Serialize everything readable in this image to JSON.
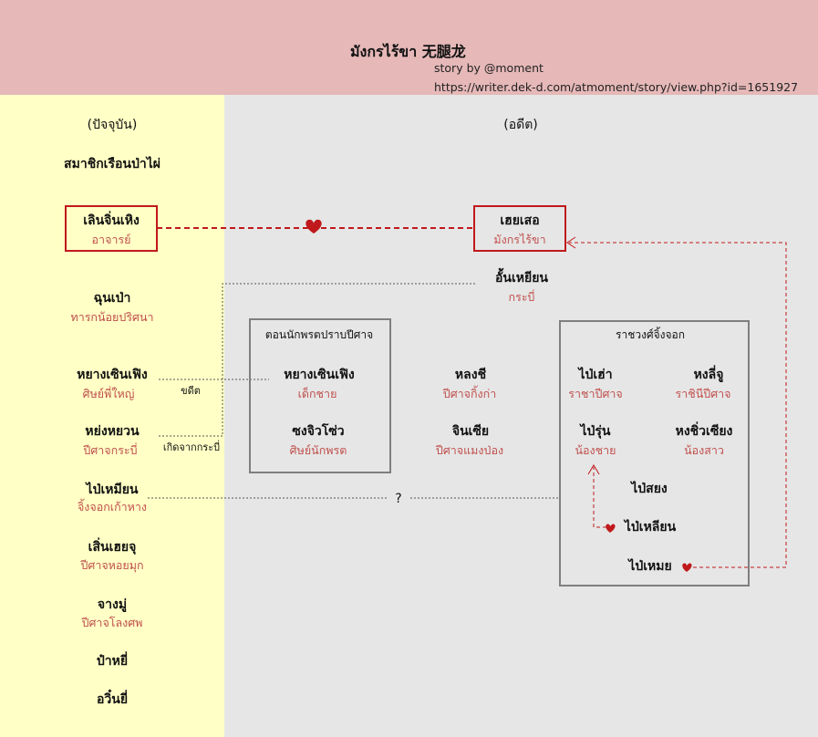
{
  "header": {
    "title": "มังกรไร้ขา 无腿龙",
    "byline": "story by @moment",
    "url": "https://writer.dek-d.com/atmoment/story/view.php?id=1651927"
  },
  "colors": {
    "header_bg": "#e6b8b8",
    "present_bg": "#ffffc6",
    "past_bg": "#e6e6e6",
    "accent_red": "#c0191c",
    "role_text": "#c0504d",
    "box_gray": "#7f7f7f"
  },
  "present": {
    "heading": "(ปัจจุบัน)",
    "group_label": "สมาชิกเรือนป่าไผ่",
    "members": [
      {
        "name": "เลินจิ่นเหิง",
        "role": "อาจารย์"
      },
      {
        "name": "ฉุนเป่า",
        "role": "ทารกน้อยปริศนา"
      },
      {
        "name": "หยางเซินเฟิง",
        "role": "ศิษย์พี่ใหญ่"
      },
      {
        "name": "หย่งหยวน",
        "role": "ปีศาจกระบี่"
      },
      {
        "name": "ไป่เหมียน",
        "role": "จิ้งจอกเก้าหาง"
      },
      {
        "name": "เสิ่นเฮยจุ",
        "role": "ปีศาจหอยมุก"
      },
      {
        "name": "จางมู่",
        "role": "ปีศาจโลงศพ"
      },
      {
        "name": "ป๋าหยี่",
        "role": ""
      },
      {
        "name": "อวิ๋นยี่",
        "role": ""
      }
    ]
  },
  "past": {
    "heading": "(อดีต)",
    "heiyse": {
      "name": "เฮยเสอ",
      "role": "มังกรไร้ขา"
    },
    "annhien": {
      "name": "อั้นเหยียน",
      "role": "กระบี่"
    },
    "box1": {
      "title": "ตอนนักพรตปราบปีศาจ",
      "members": [
        {
          "name": "หยางเซินเฟิง",
          "role": "เด็กชาย"
        },
        {
          "name": "ซงจิวโซ่ว",
          "role": "ศิษย์นักพรต"
        }
      ]
    },
    "middle": [
      {
        "name": "หลงชี",
        "role": "ปีศาจกิ้งก่า"
      },
      {
        "name": "จินเซีย",
        "role": "ปีศาจแมงป่อง"
      }
    ],
    "box2": {
      "title": "ราชวงศ์จิ้งจอก",
      "members": [
        {
          "name": "ไป่เฮ่า",
          "role": "ราชาปีศาจ"
        },
        {
          "name": "หงลี่จู",
          "role": "ราชินีปีศาจ"
        },
        {
          "name": "ไป่รุ่น",
          "role": "น้องชาย"
        },
        {
          "name": "หงชิ่วเซียง",
          "role": "น้องสาว"
        },
        {
          "name": "ไป่สยง",
          "role": ""
        },
        {
          "name": "ไป่เหลียน",
          "role": ""
        },
        {
          "name": "ไป่เหมย",
          "role": ""
        }
      ]
    }
  },
  "connector_labels": {
    "disciple": "ขดีต",
    "born_from": "เกิดจากกระบี่",
    "unknown": "?"
  },
  "icons": {
    "heart": "heart-icon",
    "arrowhead": "arrowhead-icon"
  }
}
